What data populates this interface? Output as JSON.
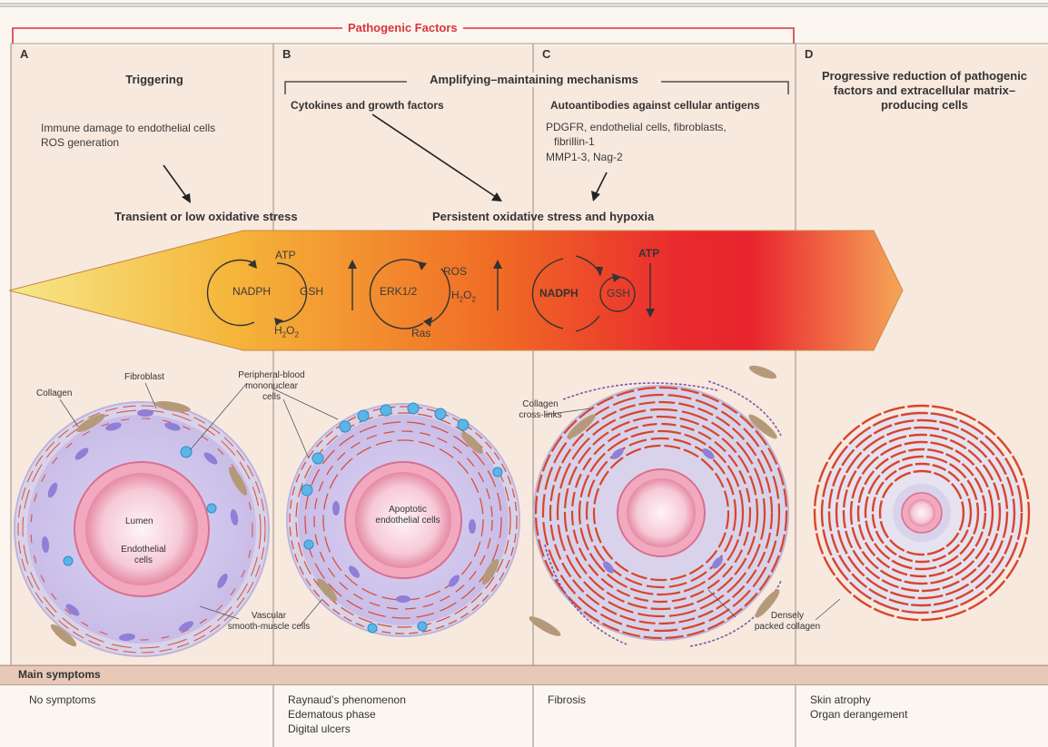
{
  "header": {
    "pathogenic_factors": "Pathogenic Factors"
  },
  "panels": {
    "A": {
      "letter": "A",
      "title": "Triggering",
      "causes": [
        "Immune damage to endothelial cells",
        "ROS generation"
      ],
      "stress": "Transient or low oxidative stress"
    },
    "B": {
      "letter": "B"
    },
    "C": {
      "letter": "C"
    },
    "D": {
      "letter": "D",
      "title_lines": [
        "Progressive reduction of pathogenic",
        "factors and extracellular matrix–",
        "producing cells"
      ]
    }
  },
  "amplifying": {
    "title": "Amplifying–maintaining mechanisms",
    "cytokines": "Cytokines and growth factors",
    "autoantibodies": "Autoantibodies against cellular antigens",
    "antigens": [
      "PDGFR, endothelial cells, fibroblasts,",
      "fibrillin-1",
      "MMP1-3, Nag-2"
    ],
    "stress": "Persistent oxidative stress and hypoxia"
  },
  "mechanisms": {
    "nadph1": "NADPH",
    "gsh1": "GSH",
    "atp1": "ATP",
    "h2o2_1": "H",
    "erk": "ERK1/2",
    "ros": "ROS",
    "ras": "Ras",
    "h2o2_2": "H",
    "nadph2": "NADPH",
    "gsh2": "GSH",
    "atp2": "ATP",
    "sub2": "2",
    "o": "O"
  },
  "vessel_labels": {
    "collagen": "Collagen",
    "fibroblast": "Fibroblast",
    "pbmc": [
      "Peripheral-blood",
      "mononuclear",
      "cells"
    ],
    "lumen": "Lumen",
    "endothelial": [
      "Endothelial",
      "cells"
    ],
    "vsmc": [
      "Vascular",
      "smooth-muscle cells"
    ],
    "apoptotic": [
      "Apoptotic",
      "endothelial cells"
    ],
    "crosslinks": [
      "Collagen",
      "cross-links"
    ],
    "dense": [
      "Densely",
      "packed collagen"
    ]
  },
  "symptoms": {
    "title": "Main symptoms",
    "A": [
      "No symptoms"
    ],
    "B": [
      "Raynaud’s phenomenon",
      "Edematous phase",
      "Digital ulcers"
    ],
    "C": [
      "Fibrosis"
    ],
    "D": [
      "Skin atrophy",
      "Organ derangement"
    ]
  },
  "colors": {
    "bracket_red": "#d9343c",
    "arrow_start": "#f3e07a",
    "arrow_mid": "#f58a2a",
    "arrow_end": "#e3202e",
    "collagen": "#d7452c",
    "smooth_muscle": "#b9b2e0",
    "nucleus": "#8f7fd6",
    "lumen": "#f4c4d2",
    "fibroblast": "#b59a7a",
    "pbmc": "#5ab6e6",
    "symptom_bar": "#e8c9b8"
  }
}
